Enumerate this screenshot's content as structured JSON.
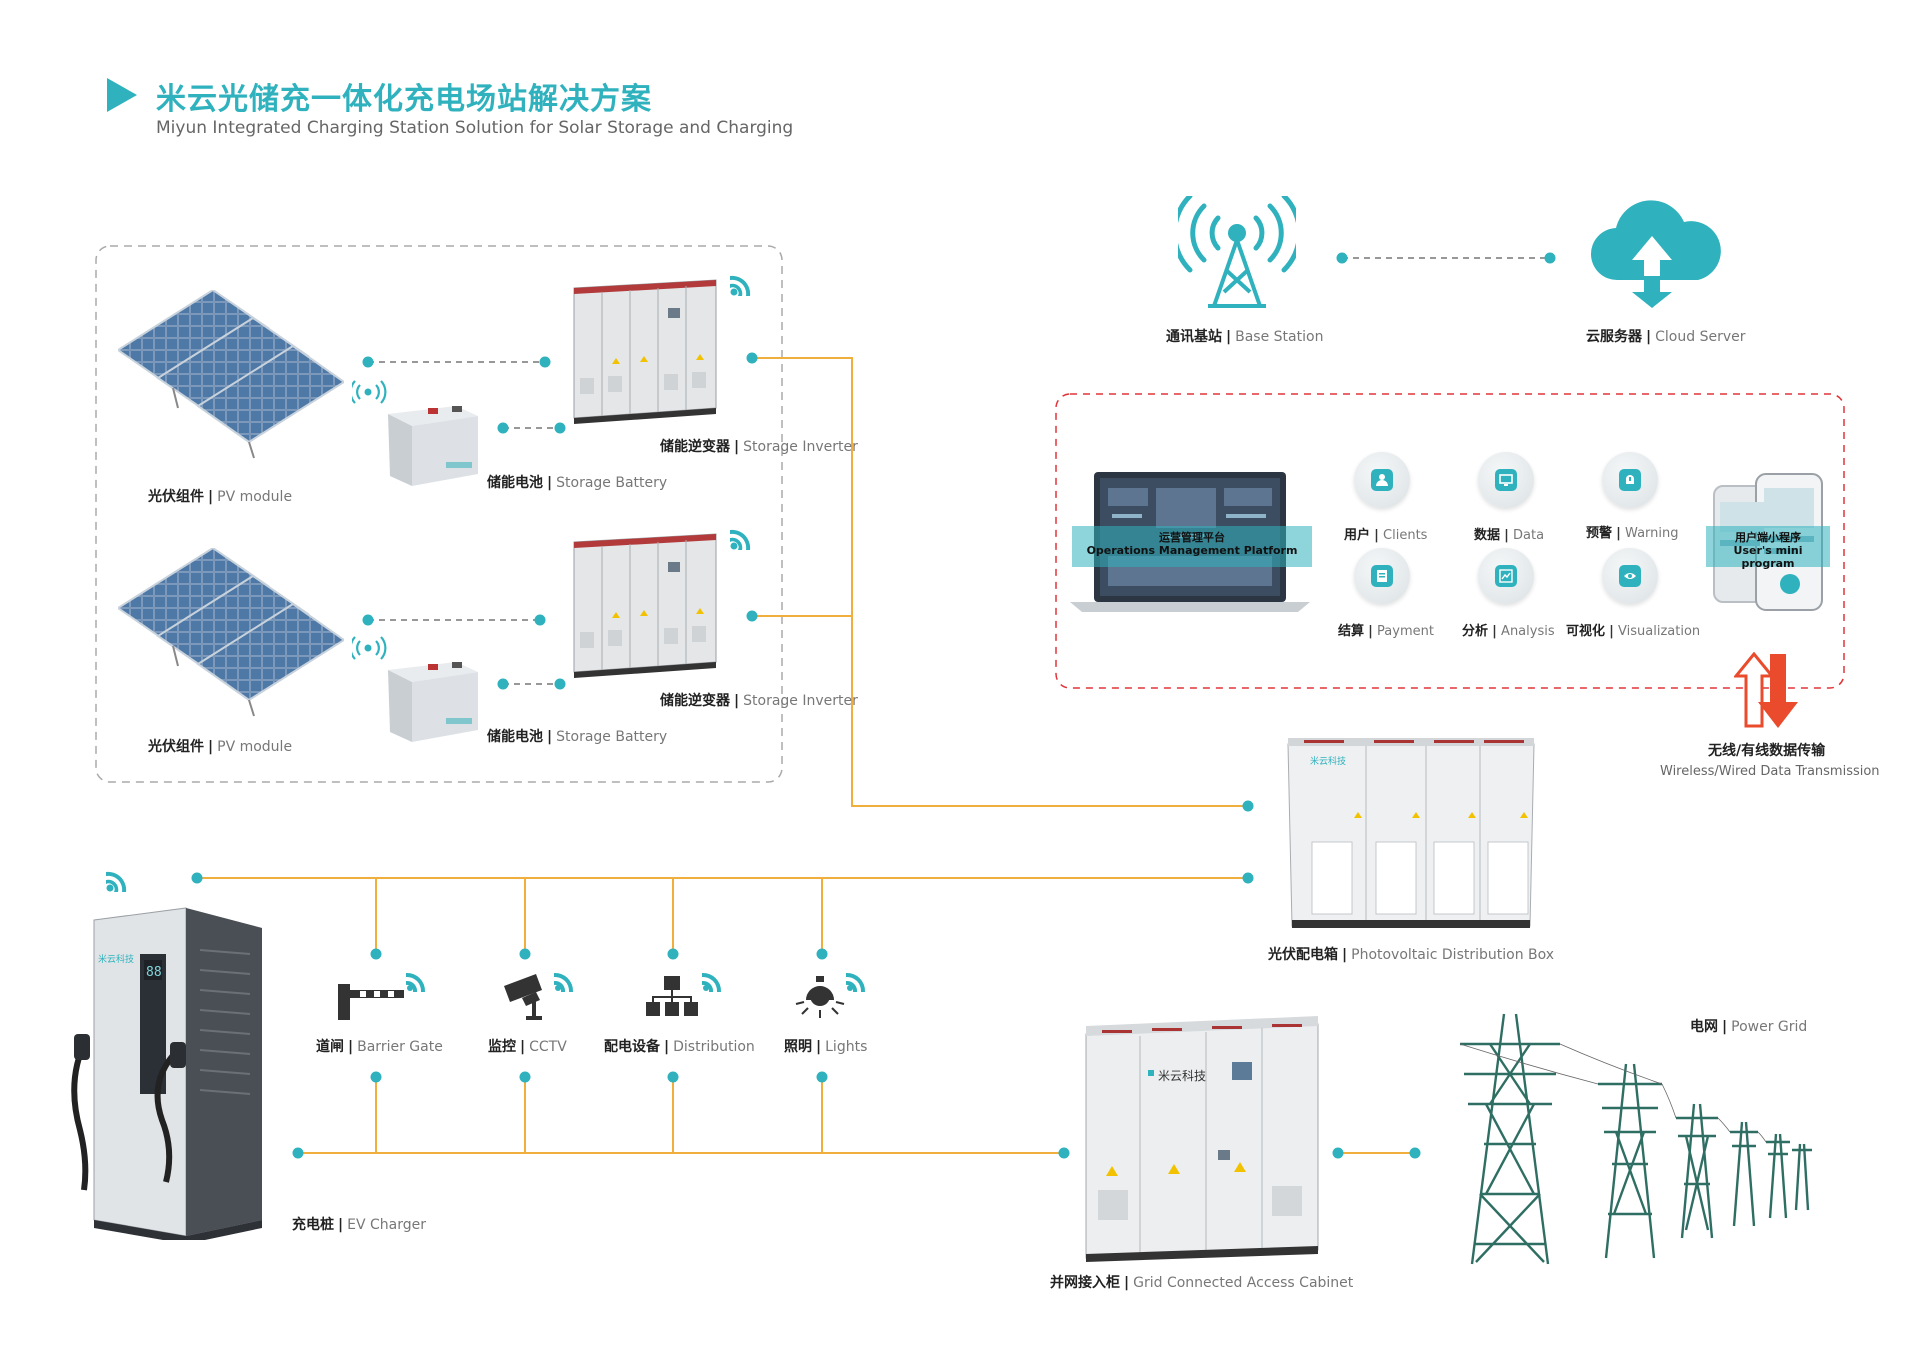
{
  "header": {
    "title_cn": "米云光储充一体化充电场站解决方案",
    "title_en": "Miyun Integrated Charging Station Solution for Solar Storage and Charging"
  },
  "colors": {
    "accent": "#2fb2bd",
    "line": "#f0ae3c",
    "red_dash": "#e0353a",
    "tower": "#2f6e63",
    "arrow": "#ea4b2c"
  },
  "labels": {
    "pv1": {
      "cn": "光伏组件",
      "en": "PV module"
    },
    "pv2": {
      "cn": "光伏组件",
      "en": "PV module"
    },
    "battery1": {
      "cn": "储能电池",
      "en": "Storage Battery"
    },
    "battery2": {
      "cn": "储能电池",
      "en": "Storage Battery"
    },
    "inverter1": {
      "cn": "储能逆变器",
      "en": "Storage Inverter"
    },
    "inverter2": {
      "cn": "储能逆变器",
      "en": "Storage Inverter"
    },
    "base_station": {
      "cn": "通讯基站",
      "en": "Base Station"
    },
    "cloud_server": {
      "cn": "云服务器",
      "en": "Cloud Server"
    },
    "transmission": {
      "cn": "无线/有线数据传输",
      "en": "Wireless/Wired Data Transmission"
    },
    "pv_box": {
      "cn": "光伏配电箱",
      "en": "Photovoltaic Distribution Box"
    },
    "barrier": {
      "cn": "道闸",
      "en": "Barrier Gate"
    },
    "cctv": {
      "cn": "监控",
      "en": "CCTV"
    },
    "distribution": {
      "cn": "配电设备",
      "en": "Distribution"
    },
    "lights": {
      "cn": "照明",
      "en": "Lights"
    },
    "ev_charger": {
      "cn": "充电桩",
      "en": "EV Charger"
    },
    "grid_cabinet": {
      "cn": "并网接入柜",
      "en": "Grid Connected Access Cabinet"
    },
    "power_grid": {
      "cn": "电网",
      "en": "Power Grid"
    }
  },
  "platform": {
    "ops_cn": "运营管理平台",
    "ops_en": "Operations Management Platform",
    "mini_cn": "用户端小程序",
    "mini_en": "User's mini program",
    "items": [
      {
        "cn": "用户",
        "en": "Clients",
        "icon": "user-icon"
      },
      {
        "cn": "数据",
        "en": "Data",
        "icon": "monitor-icon"
      },
      {
        "cn": "预警",
        "en": "Warning",
        "icon": "alert-icon"
      },
      {
        "cn": "结算",
        "en": "Payment",
        "icon": "payment-icon"
      },
      {
        "cn": "分析",
        "en": "Analysis",
        "icon": "chart-icon"
      },
      {
        "cn": "可视化",
        "en": "Visualization",
        "icon": "eye-icon"
      }
    ]
  },
  "device_text": {
    "cabinet_brand": "米云科技",
    "charger_display": "88"
  }
}
